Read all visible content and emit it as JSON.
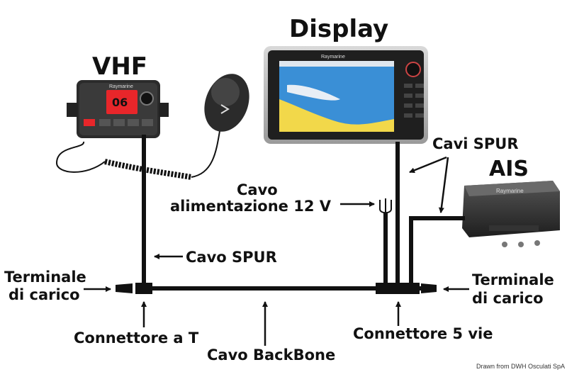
{
  "titles": {
    "vhf": "VHF",
    "display": "Display",
    "ais": "AIS"
  },
  "labels": {
    "cavi_spur": "Cavi SPUR",
    "cavo_alim_line1": "Cavo",
    "cavo_alim_line2": "alimentazione 12 V",
    "cavo_spur": "Cavo SPUR",
    "terminale_left_line1": "Terminale",
    "terminale_left_line2": "di carico",
    "terminale_right_line1": "Terminale",
    "terminale_right_line2": "di carico",
    "connettore_t": "Connettore a T",
    "cavo_backbone": "Cavo BackBone",
    "connettore_5": "Connettore 5 vie"
  },
  "devices": {
    "vhf_brand": "Raymarine",
    "vhf_channel": "06",
    "display_brand": "Raymarine",
    "ais_brand": "Raymarine"
  },
  "credit": "Drawn from DWH Osculati SpA",
  "colors": {
    "cable": "#111111",
    "device_body": "#2b2b2b",
    "screen_red": "#e8262a",
    "map_water": "#3a8fd6",
    "map_land": "#f2d84a"
  }
}
